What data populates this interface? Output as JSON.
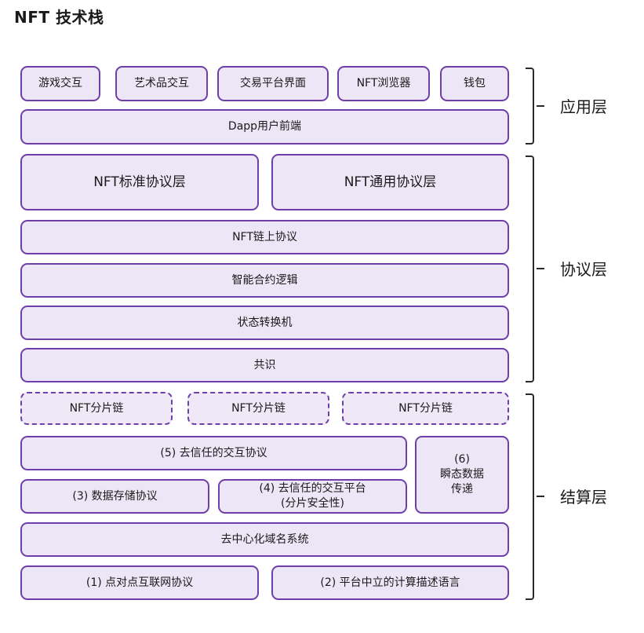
{
  "title": "NFT 技术栈",
  "application_layer": {
    "label": "应用层",
    "items": [
      "游戏交互",
      "艺术品交互",
      "交易平台界面",
      "NFT浏览器",
      "钱包"
    ],
    "frontend": "Dapp用户前端"
  },
  "protocol_layer": {
    "label": "协议层",
    "standard": "NFT标准协议层",
    "general": "NFT通用协议层",
    "onchain": "NFT链上协议",
    "smart_contract": "智能合约逻辑",
    "state_machine": "状态转换机",
    "consensus": "共识"
  },
  "settlement_layer": {
    "label": "结算层",
    "shards": [
      "NFT分片链",
      "NFT分片链",
      "NFT分片链"
    ],
    "trustless_protocol": "(5) 去信任的交互协议",
    "instant_data_num": "(6)",
    "instant_data_line1": "瞬态数据",
    "instant_data_line2": "传递",
    "storage_protocol": "(3) 数据存储协议",
    "trustless_platform_line1": "(4) 去信任的交互平台",
    "trustless_platform_line2": "(分片安全性)",
    "dns": "去中心化域名系统",
    "p2p": "(1) 点对点互联网协议",
    "computation": "(2) 平台中立的计算描述语言"
  },
  "colors": {
    "box_border": "#6e3fa8",
    "box_fill": "#ede6f6"
  }
}
